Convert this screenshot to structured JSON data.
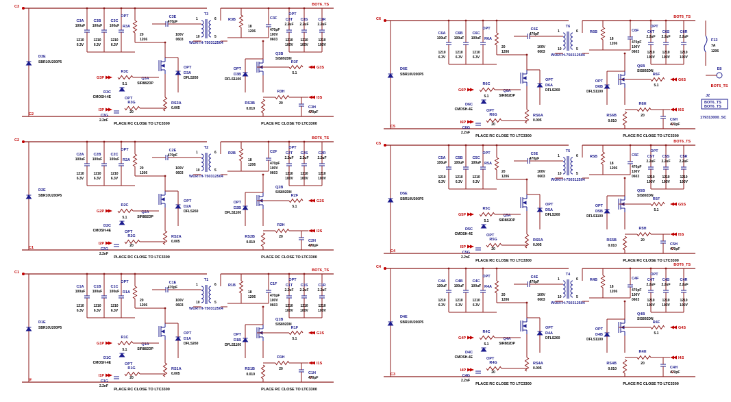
{
  "nets": {
    "bot_ts": "BOT6_TS",
    "vminus": "V-",
    "c3": "C3",
    "c2": "C2",
    "c1": "C1",
    "c6": "C6",
    "c5": "C5",
    "c4": "C4"
  },
  "note": "PLACE RC CLOSE TO LTC3300",
  "transformer_part": "WURTH-750312504",
  "fuse": {
    "ref": "F13",
    "value": "7A",
    "package": "1206"
  },
  "test_point": {
    "ref": "E8",
    "net": "BOT6_TS"
  },
  "connector": {
    "ref": "J2",
    "pins": [
      "BOT6_TS",
      "BOT6_TS"
    ],
    "part": "179313000_SC"
  },
  "cells": [
    {
      "n": "3",
      "side": "left",
      "transformer": "T3",
      "cin_a": "C3A",
      "cin_b": "C3B",
      "cin_c": "C3C",
      "rsnub": "R3A",
      "csnub": "C3E",
      "rg_top": "R3C",
      "rg_bot": "R3G",
      "cg": "C3G",
      "q1": "Q3A",
      "diode_c": "D3C",
      "diode_a": "D3A",
      "rsense": "RS3A",
      "diode_e": "D3E",
      "sec_r": "R3B",
      "sec_c": "C3F",
      "sec_cap_opt": "C3T",
      "sec_cap_s": "C3S",
      "sec_cap_r": "C3R",
      "q2": "Q3B",
      "diode_b": "D3B",
      "rf": "R3F",
      "rh": "R3H",
      "ch": "C3H",
      "rs_sec": "RS3B",
      "g_in": "G3P",
      "i_in": "I3P",
      "g_out": "G3S",
      "i_out": "I3S",
      "net_top": "C3",
      "net_bot": "C2"
    },
    {
      "n": "2",
      "side": "left",
      "transformer": "T2",
      "cin_a": "C2A",
      "cin_b": "C2B",
      "cin_c": "C2C",
      "rsnub": "R2A",
      "csnub": "C2E",
      "rg_top": "R2C",
      "rg_bot": "R2G",
      "cg": "C2G",
      "q1": "Q2A",
      "diode_c": "D2C",
      "diode_a": "D2A",
      "rsense": "RS2A",
      "diode_e": "D2E",
      "sec_r": "R2B",
      "sec_c": "C2F",
      "sec_cap_opt": "C2T",
      "sec_cap_s": "C2S",
      "sec_cap_r": "C2R",
      "q2": "Q2B",
      "diode_b": "D2B",
      "rf": "R2F",
      "rh": "R2H",
      "ch": "C2H",
      "rs_sec": "RS2B",
      "g_in": "G2P",
      "i_in": "I2P",
      "g_out": "G2S",
      "i_out": "I2S",
      "net_top": "C2",
      "net_bot": "C1"
    },
    {
      "n": "1",
      "side": "left",
      "transformer": "T1",
      "cin_a": "C1A",
      "cin_b": "C1B",
      "cin_c": "C1C",
      "rsnub": "R1A",
      "csnub": "C1E",
      "rg_top": "R1C",
      "rg_bot": "R1G",
      "cg": "C1G",
      "q1": "Q1A",
      "diode_c": "D1C",
      "diode_a": "D1A",
      "rsense": "RS1A",
      "diode_e": "D1E",
      "sec_r": "R1B",
      "sec_c": "C1F",
      "sec_cap_opt": "C1T",
      "sec_cap_s": "C1S",
      "sec_cap_r": "C1R",
      "q2": "Q1B",
      "diode_b": "D1B",
      "rf": "R1F",
      "rh": "R1H",
      "ch": "C1H",
      "rs_sec": "RS1B",
      "g_in": "G1P",
      "i_in": "I1P",
      "g_out": "G1S",
      "i_out": "I1S",
      "net_top": "C1",
      "net_bot": "V-"
    },
    {
      "n": "6",
      "side": "right",
      "transformer": "T6",
      "cin_a": "C6A",
      "cin_b": "C6B",
      "cin_c": "C6C",
      "rsnub": "R6A",
      "csnub": "C6E",
      "rg_top": "R6C",
      "rg_bot": "R6G",
      "cg": "C6G",
      "q1": "Q6A",
      "diode_c": "D6C",
      "diode_a": "D6A",
      "rsense": "RS6A",
      "diode_e": "D6E",
      "sec_r": "R6B",
      "sec_c": "C6F",
      "sec_cap_opt": "C6T",
      "sec_cap_s": "C6S",
      "sec_cap_r": "C6R",
      "q2": "Q6B",
      "diode_b": "D6B",
      "rf": "R6F",
      "rh": "R6H",
      "ch": "C6H",
      "rs_sec": "RS6B",
      "g_in": "G6P",
      "i_in": "I6P",
      "g_out": "G6S",
      "i_out": "I6S",
      "net_top": "C6",
      "net_bot": "C5"
    },
    {
      "n": "5",
      "side": "right",
      "transformer": "T5",
      "cin_a": "C5A",
      "cin_b": "C5B",
      "cin_c": "C5C",
      "rsnub": "R5A",
      "csnub": "C5E",
      "rg_top": "R5C",
      "rg_bot": "R5G",
      "cg": "C5G",
      "q1": "Q5A",
      "diode_c": "D5C",
      "diode_a": "D5A",
      "rsense": "RS5A",
      "diode_e": "D5E",
      "sec_r": "R5B",
      "sec_c": "C5F",
      "sec_cap_opt": "C5T",
      "sec_cap_s": "C5S",
      "sec_cap_r": "C5R",
      "q2": "Q5B",
      "diode_b": "D5B",
      "rf": "R5F",
      "rh": "R5H",
      "ch": "C5H",
      "rs_sec": "RS5B",
      "g_in": "G5P",
      "i_in": "I5P",
      "g_out": "G5S",
      "i_out": "I5S",
      "net_top": "C5",
      "net_bot": "C4"
    },
    {
      "n": "4",
      "side": "right",
      "transformer": "T4",
      "cin_a": "C4A",
      "cin_b": "C4B",
      "cin_c": "C4C",
      "rsnub": "R4A",
      "csnub": "C4E",
      "rg_top": "R4C",
      "rg_bot": "R4G",
      "cg": "C4G",
      "q1": "Q4A",
      "diode_c": "D4C",
      "diode_a": "D4A",
      "rsense": "RS4A",
      "diode_e": "D4E",
      "sec_r": "R4B",
      "sec_c": "C4F",
      "sec_cap_opt": "C4T",
      "sec_cap_s": "C4S",
      "sec_cap_r": "C4R",
      "q2": "Q4B",
      "diode_b": "D4B",
      "rf": "R4F",
      "rh": "R4H",
      "ch": "C4H",
      "rs_sec": "RS4B",
      "g_in": "G4P",
      "i_in": "I4P",
      "g_out": "G4S",
      "i_out": "I4S",
      "net_top": "C4",
      "net_bot": "C3"
    }
  ],
  "values": {
    "cin_a": "100uF",
    "cin_a_pkg": "1210",
    "cin_a_v": "6.3V",
    "cin_b": "100uF",
    "cin_b_pkg": "1210",
    "cin_b_v": "6.3V",
    "cin_c": "100uF",
    "cin_c_pkg": "1210",
    "cin_c_v": "6.3V",
    "opt": "OPT",
    "rsnub": "20",
    "rsnub_pkg": "1206",
    "csnub": "470pF",
    "csnub_v": "100V",
    "csnub_pkg": "0603",
    "rg": "5.1",
    "rg2": "20",
    "cg": "2.2nF",
    "q1": "SIR882DP",
    "diode_c": "CMOSH-4E",
    "diode_a": "DFLS260",
    "rsense": "0.005",
    "diode_e": "SBR10U200P5",
    "sec_r": "18",
    "sec_r_pkg": "1206",
    "sec_cap": "2.2uF",
    "sec_cap_pkg": "1210",
    "sec_cap_v": "100V",
    "q2": "SIS892DN",
    "diode_b": "DFLS1100",
    "rf": "5.1",
    "rh": "20",
    "ch": "470pF",
    "rs_sec": "0.010"
  }
}
